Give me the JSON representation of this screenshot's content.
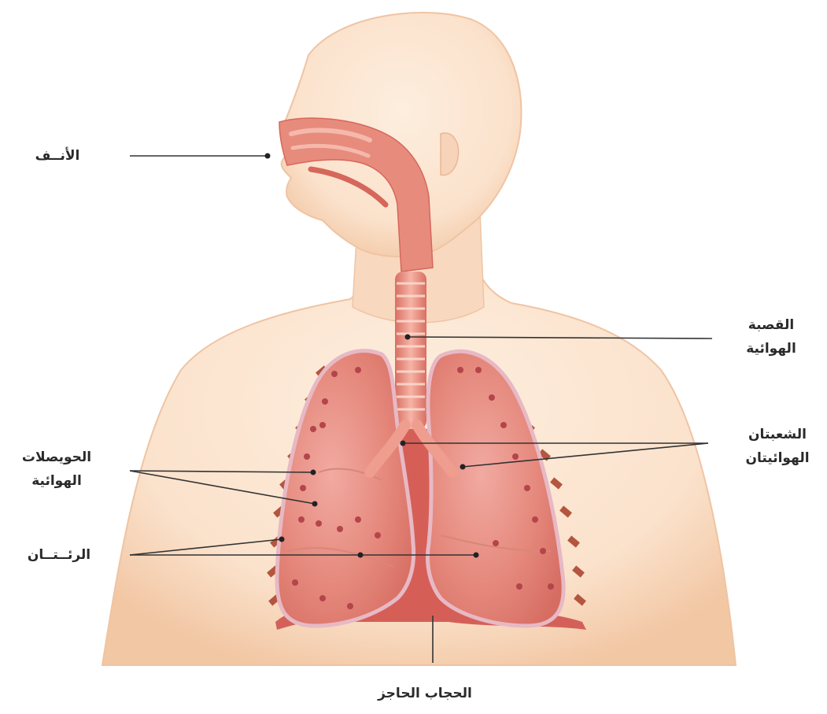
{
  "labels": {
    "nose": "الأنــف",
    "trachea": [
      "القصبة",
      "الهوائية"
    ],
    "bronchi": [
      "الشعبتان",
      "الهوائيتان"
    ],
    "alveoli": [
      "الحويصلات",
      "الهوائية"
    ],
    "lungs": "الرئــتــان",
    "diaphragm": "الحجاب الحاجز"
  },
  "colors": {
    "skin": "#fbe3cc",
    "skin_shadow": "#f3c9a8",
    "lung": "#e78e82",
    "lung_dark": "#d0665c",
    "lung_outline": "#e7b9c4",
    "tissue": "#d9675e",
    "airway": "#ef9d8f",
    "ribs": "#b4563f",
    "leader_line": "#333333",
    "label_text": "#2a2a2a"
  }
}
